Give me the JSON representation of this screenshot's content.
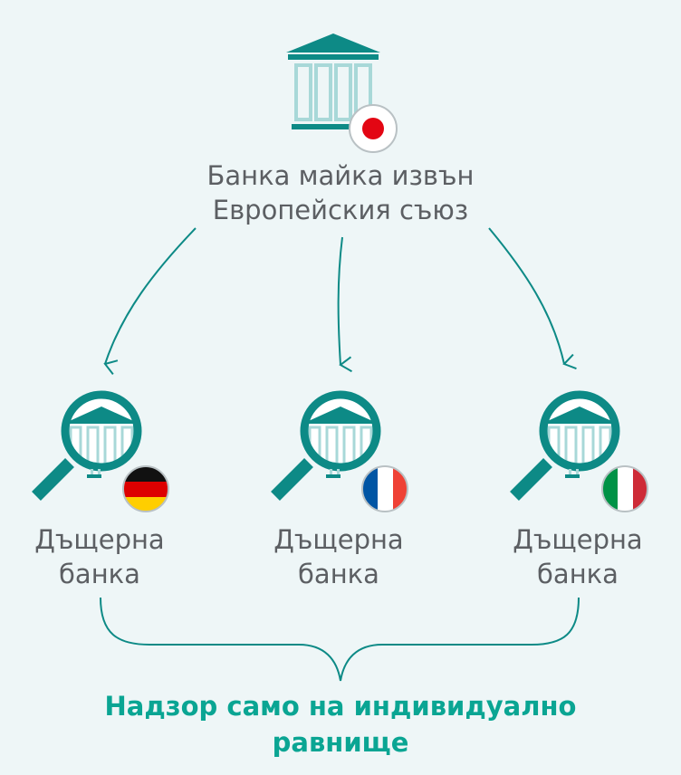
{
  "parent": {
    "label_line1": "Банка майка извън",
    "label_line2": "Европейския съюз",
    "flag": "japan-flag-icon"
  },
  "subsidiaries": [
    {
      "label_line1": "Дъщерна",
      "label_line2": "банка",
      "flag": "germany-flag-icon"
    },
    {
      "label_line1": "Дъщерна",
      "label_line2": "банка",
      "flag": "france-flag-icon"
    },
    {
      "label_line1": "Дъщерна",
      "label_line2": "банка",
      "flag": "italy-flag-icon"
    }
  ],
  "conclusion": {
    "line1": "Надзор само на индивидуално",
    "line2": "равнище"
  },
  "colors": {
    "background": "#eef6f7",
    "teal_dark": "#0d8a86",
    "teal_light": "#a8d8d8",
    "accent_text": "#0aa593",
    "label_text": "#5c5f63",
    "japan_red": "#e30613",
    "germany_black": "#111111",
    "germany_red": "#dd0000",
    "germany_gold": "#ffce00",
    "france_blue": "#0055a4",
    "france_red": "#ef4135",
    "italy_green": "#009246",
    "italy_red": "#ce2b37"
  }
}
